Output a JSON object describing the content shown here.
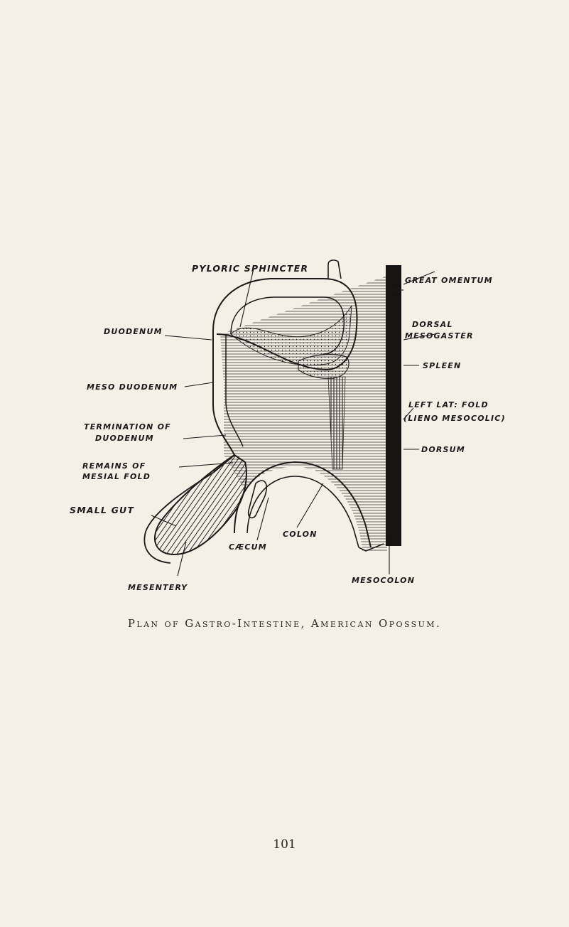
{
  "labels": {
    "pyloric_sphincter": "PYLORIC SPHINCTER",
    "great_omentum": "GREAT OMENTUM",
    "dorsal_mesogaster_1": "DORSAL",
    "dorsal_mesogaster_2": "MESOGASTER",
    "duodenum": "DUODENUM",
    "spleen": "SPLEEN",
    "meso_duodenum": "MESO DUODENUM",
    "left_lat_fold_1": "LEFT LAT: FOLD",
    "left_lat_fold_2": "(LIENO MESOCOLIC)",
    "termination_1": "TERMINATION OF",
    "termination_2": "DUODENUM",
    "dorsum": "DORSUM",
    "remains_1": "REMAINS OF",
    "remains_2": "MESIAL FOLD",
    "small_gut": "SMALL GUT",
    "colon": "COLON",
    "caecum": "CÆCUM",
    "mesentery": "MESENTERY",
    "mesocolon": "MESOCOLON"
  },
  "caption": "Plan of Gastro-Intestine, American Opossum.",
  "page_number": "101"
}
